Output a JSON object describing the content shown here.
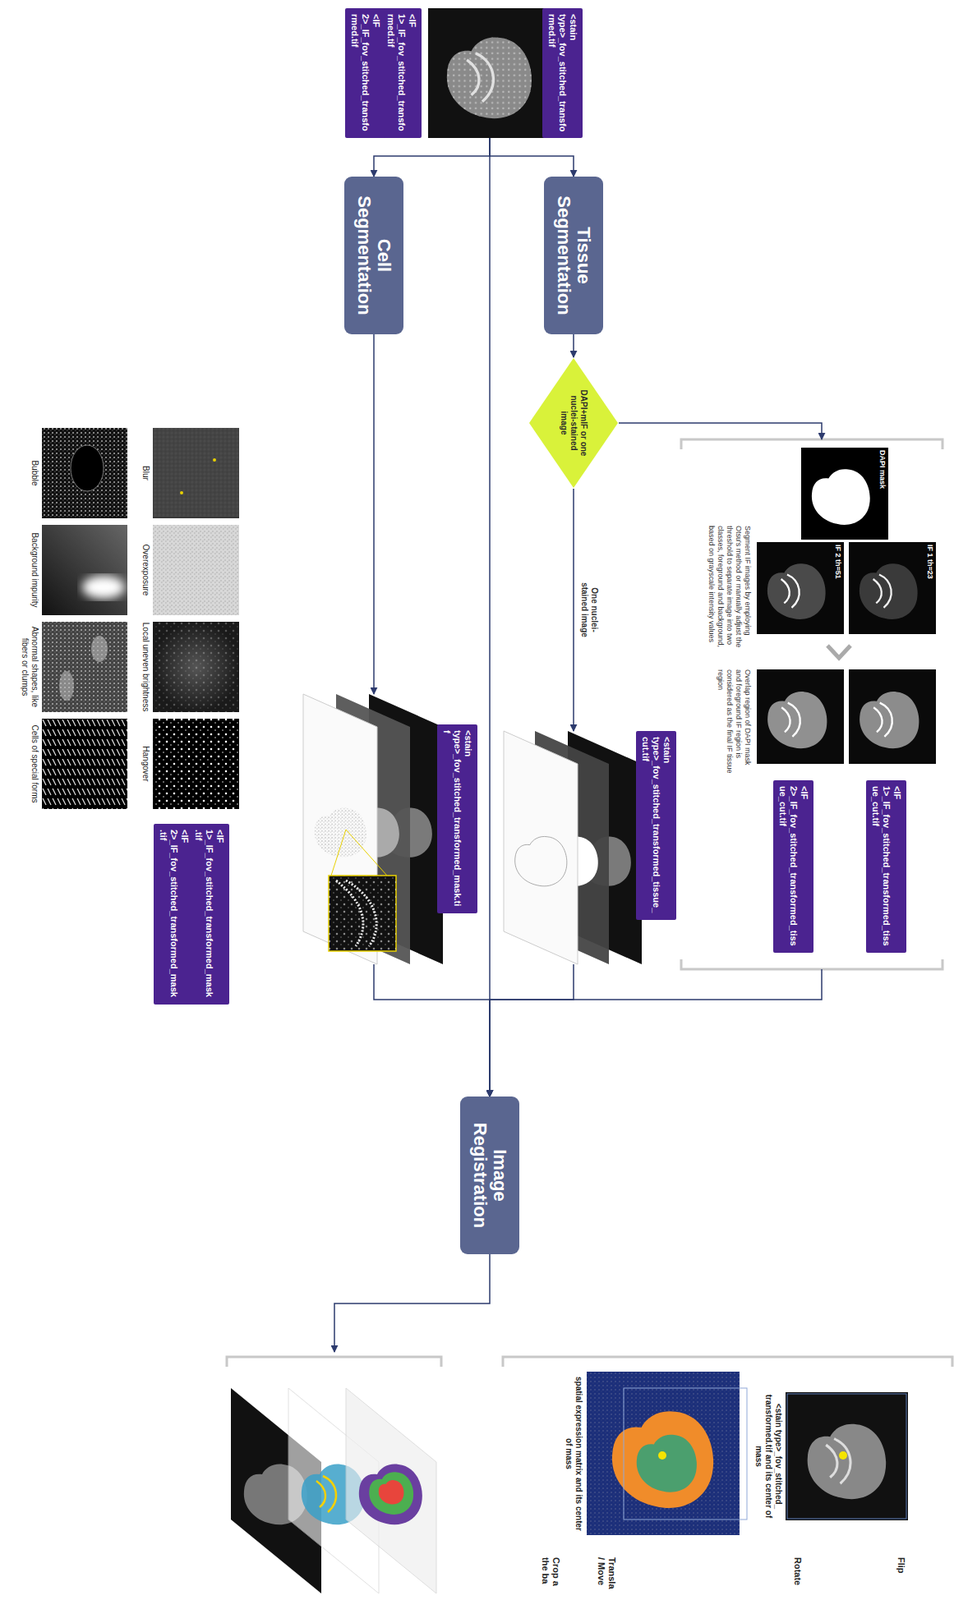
{
  "diagram": {
    "nodes": [
      {
        "text": [
          "<stain type>_fov_stitched_transformed.tif"
        ]
      },
      {
        "text": [
          "<IF 1>_IF_fov_stitched_transformed.tif"
        ]
      },
      {
        "text": [
          "<IF 2>_IF_fov_stitched_transformed.tif"
        ]
      },
      {
        "text": [
          "Tissue Segmentation"
        ]
      },
      {
        "text": [
          "Cell Segmentation"
        ]
      },
      {
        "text": [
          "DAPI+mIF or one nuclei-stained image"
        ]
      },
      {
        "text": [
          "Segment IF images by employing Otsu's method or manually adjust the threshold to separate image into two classes, foreground and background, based on grayscale intensity values",
          "Overlap region of DAPI mask and foreground IF region is considered as the final IF tissue region"
        ]
      },
      {
        "text": [
          "DAPI mask"
        ],
        "in": 6
      },
      {
        "text": [
          "IF 1 th=23"
        ],
        "in": 6
      },
      {
        "text": [
          "IF 2 th=51"
        ],
        "in": 6
      },
      {
        "text": [
          "<IF 1>_IF_fov_stitched_transformed_tissue_cut.tif"
        ],
        "in": 6
      },
      {
        "text": [
          "<IF 2>_IF_fov_stitched_transformed_tissue_cut.tif"
        ],
        "in": 6
      },
      {
        "text": [
          "<stain type>_fov_stitched_transformed_tissue_cut.tif"
        ]
      },
      {
        "text": [
          "<stain type>_fov_stitched_transformed_mask.tif"
        ]
      },
      {
        "text": [
          "<IF 1>_IF_fov_stitched_transformed_mask.tif"
        ]
      },
      {
        "text": [
          "<IF 2>_IF_fov_stitched_transformed_mask.tif"
        ]
      },
      {
        "text": [
          "Image Registration"
        ]
      },
      {
        "text": [
          "Flip",
          "Rotate",
          "Transla / Move",
          "Crop a the ba"
        ]
      },
      {
        "text": [
          "<stain type>_fov_stitched_ transformed.tif and its center of mass"
        ],
        "in": 17
      },
      {
        "text": [
          "spatial expression matrix and its center of mass"
        ],
        "in": 17
      }
    ],
    "edges": [
      {
        "from": 0,
        "to": 3,
        "arrow": "to"
      },
      {
        "from": 0,
        "to": 4,
        "arrow": "to"
      },
      {
        "from": 0,
        "to": 16,
        "arrow": "to"
      },
      {
        "from": 3,
        "to": 5,
        "arrow": "to"
      },
      {
        "from": 5,
        "to": 6,
        "arrow": "to"
      },
      {
        "from": 5,
        "to": 12,
        "label": "One nuclei-stained image",
        "arrow": "to"
      },
      {
        "from": 4,
        "to": 13,
        "arrow": "to"
      },
      {
        "from": 6,
        "to": 16,
        "arrow": "to"
      },
      {
        "from": 12,
        "to": 16,
        "arrow": "to"
      },
      {
        "from": 13,
        "to": 16,
        "arrow": "to"
      }
    ],
    "labels": [
      "Blur",
      "Overexposure",
      "Local uneven brightness",
      "Hangover",
      "Bubble",
      "Background impurity",
      "Abnormal shapes, like fibers or clumps",
      "Cells of special forms"
    ]
  }
}
